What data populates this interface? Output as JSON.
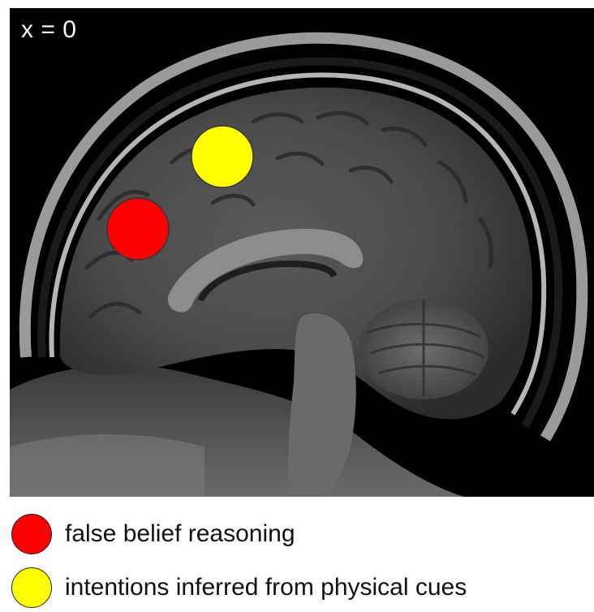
{
  "image": {
    "slice_label": "x = 0",
    "regions": [
      {
        "id": "false-belief",
        "color": "#ff0000"
      },
      {
        "id": "physical-cues",
        "color": "#ffff00"
      }
    ]
  },
  "legend": {
    "items": [
      {
        "label": "false belief reasoning",
        "color": "#ff0000"
      },
      {
        "label": "intentions inferred from physical cues",
        "color": "#ffff00"
      }
    ]
  }
}
